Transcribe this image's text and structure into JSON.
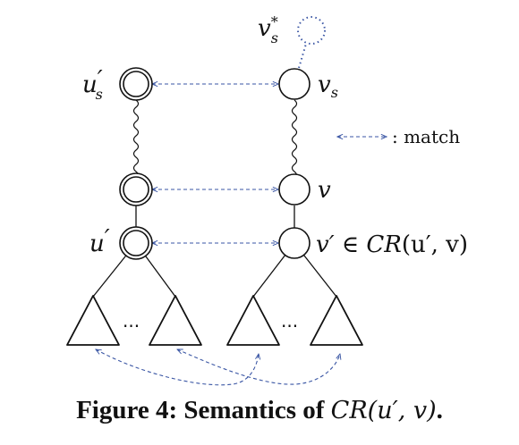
{
  "labels": {
    "u_s_prime": {
      "base": "u",
      "prime": "′",
      "sub": "s"
    },
    "u_prime": {
      "base": "u",
      "prime": "′"
    },
    "v_s": {
      "base": "v",
      "sub": "s"
    },
    "v_s_star": {
      "base": "v",
      "sup": "*",
      "sub": "s"
    },
    "v": "v",
    "v_prime_cr": {
      "lhs": "v′",
      "op": " ∈ ",
      "fn": "CR",
      "args": "(u′, v)"
    },
    "dots_left": "···",
    "dots_right": "···"
  },
  "legend": {
    "text": ": match"
  },
  "caption": {
    "prefix": "Figure 4: Semantics of ",
    "math": "CR(u′, v)",
    "suffix": "."
  },
  "colors": {
    "match_line": "#3a56a4",
    "stroke": "#111111"
  }
}
